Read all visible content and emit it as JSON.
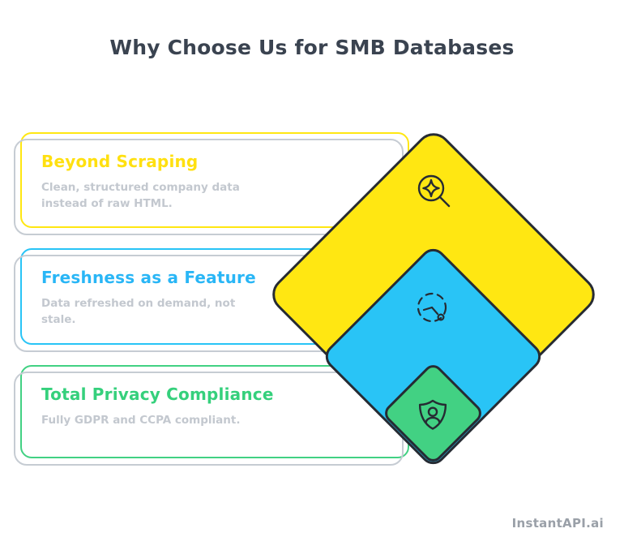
{
  "title": "Why Choose Us for SMB Databases",
  "cards": [
    {
      "heading": "Beyond Scraping",
      "description": "Clean, structured company data instead of raw HTML.",
      "accent": "#ffe712",
      "icon": "sparkle-magnifier-icon"
    },
    {
      "heading": "Freshness as a Feature",
      "description": "Data refreshed on demand, not stale.",
      "accent": "#29c4f6",
      "icon": "dashed-clock-icon"
    },
    {
      "heading": "Total Privacy Compliance",
      "description": "Fully GDPR and CCPA compliant.",
      "accent": "#42d183",
      "icon": "shield-user-icon"
    }
  ],
  "watermark": "InstantAPI.ai",
  "colors": {
    "background": "#ffffff",
    "outline": "#262b33",
    "yellow": "#ffe712",
    "blue": "#29c4f6",
    "green": "#42d183",
    "title_text": "#3a4350",
    "description_text": "#c3c8cf",
    "shadow_line": "#c6ccd3",
    "watermark_text": "#9aa0a8"
  }
}
